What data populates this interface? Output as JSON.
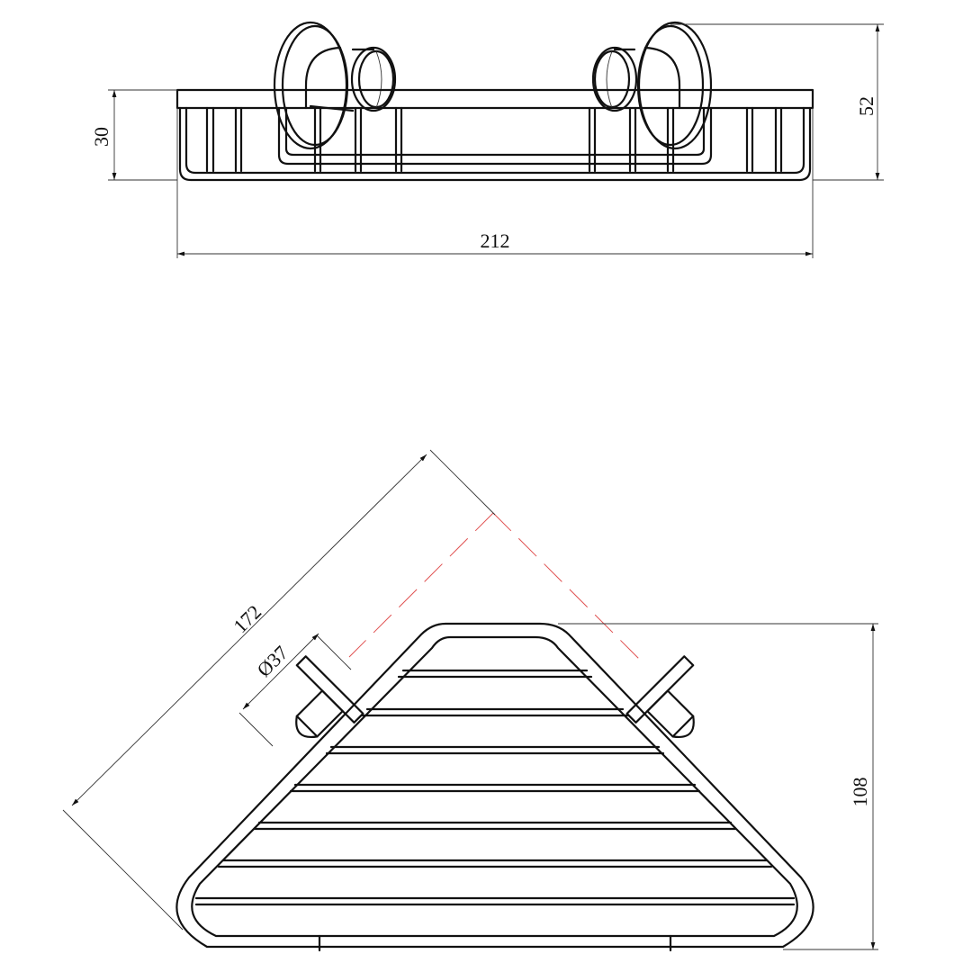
{
  "drawing": {
    "side_view": {
      "width_dim": "212",
      "basket_height_dim": "30",
      "total_height_dim": "52"
    },
    "top_view": {
      "diagonal_dim": "172",
      "flange_diameter_dim": "Ø37",
      "depth_dim": "108"
    }
  }
}
